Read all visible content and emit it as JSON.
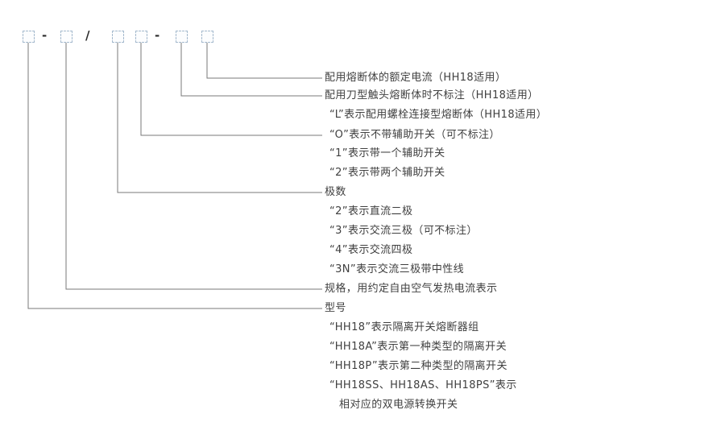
{
  "code": {
    "separators": [
      "-",
      "/",
      "-"
    ]
  },
  "labels": [
    {
      "text": "配用熔断体的额定电流（HH18适用）"
    },
    {
      "text": "配用刀型触头熔断体时不标注（HH18适用）"
    },
    {
      "text": "“L”表示配用螺栓连接型熔断体（HH18适用）"
    },
    {
      "text": "“O”表示不带辅助开关（可不标注）"
    },
    {
      "text": "“1”表示带一个辅助开关"
    },
    {
      "text": "“2”表示带两个辅助开关"
    },
    {
      "text": "极数"
    },
    {
      "text": "“2”表示直流二极"
    },
    {
      "text": "“3”表示交流三极（可不标注）"
    },
    {
      "text": "“4”表示交流四极"
    },
    {
      "text": "“3N”表示交流三极带中性线"
    },
    {
      "text": "规格，用约定自由空气发热电流表示"
    },
    {
      "text": "型号"
    },
    {
      "text": "“HH18”表示隔离开关熔断器组"
    },
    {
      "text": "“HH18A”表示第一种类型的隔离开关"
    },
    {
      "text": "“HH18P”表示第二种类型的隔离开关"
    },
    {
      "text": "“HH18SS、HH18AS、HH18PS”表示"
    },
    {
      "text": "相对应的双电源转换开关"
    }
  ]
}
